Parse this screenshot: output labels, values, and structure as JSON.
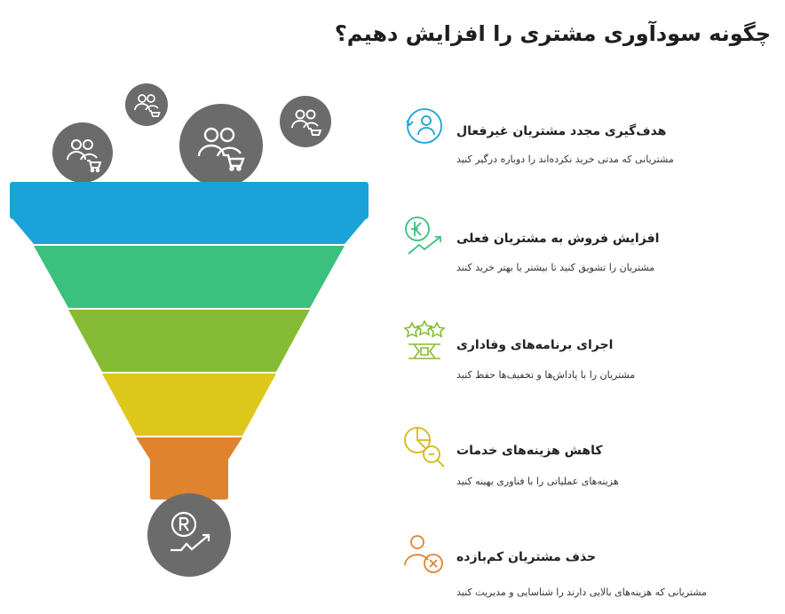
{
  "title": "چگونه سودآوری مشتری را افزایش دهیم؟",
  "colors": {
    "layer1": "#1aa3d9",
    "layer2": "#3cc07e",
    "layer3": "#86bb35",
    "layer4": "#ddc71a",
    "layer5": "#e0832f",
    "circle": "#6b6b6b",
    "icon_teal": "#1aa3d9",
    "icon_green": "#3cc07e",
    "icon_lime": "#86bb35",
    "icon_yellow": "#d4b816",
    "icon_orange": "#e0832f"
  },
  "items": [
    {
      "title": "هدف‌گیری مجدد مشتریان غیرفعال",
      "desc": "مشتریانی که مدتی خرید نکرده‌اند را دوباره درگیر کنید",
      "icon": "reengage-customer-icon"
    },
    {
      "title": "افزایش فروش به مشتریان فعلی",
      "desc": "مشتریان را تشویق کنید تا بیشتر یا بهتر خرید کنند",
      "icon": "sales-growth-icon"
    },
    {
      "title": "اجرای برنامه‌های وفاداری",
      "desc": "مشتریان را با پاداش‌ها و تخفیف‌ها حفظ کنید",
      "icon": "loyalty-stars-icon"
    },
    {
      "title": "کاهش هزینه‌های خدمات",
      "desc": "هزینه‌های عملیاتی را با فناوری بهینه کنید",
      "icon": "cost-analysis-icon"
    },
    {
      "title": "حذف مشتریان کم‌بازده",
      "desc": "مشتریانی که هزینه‌های بالایی دارند را شناسایی و مدیریت کنید",
      "icon": "remove-customer-icon"
    }
  ]
}
